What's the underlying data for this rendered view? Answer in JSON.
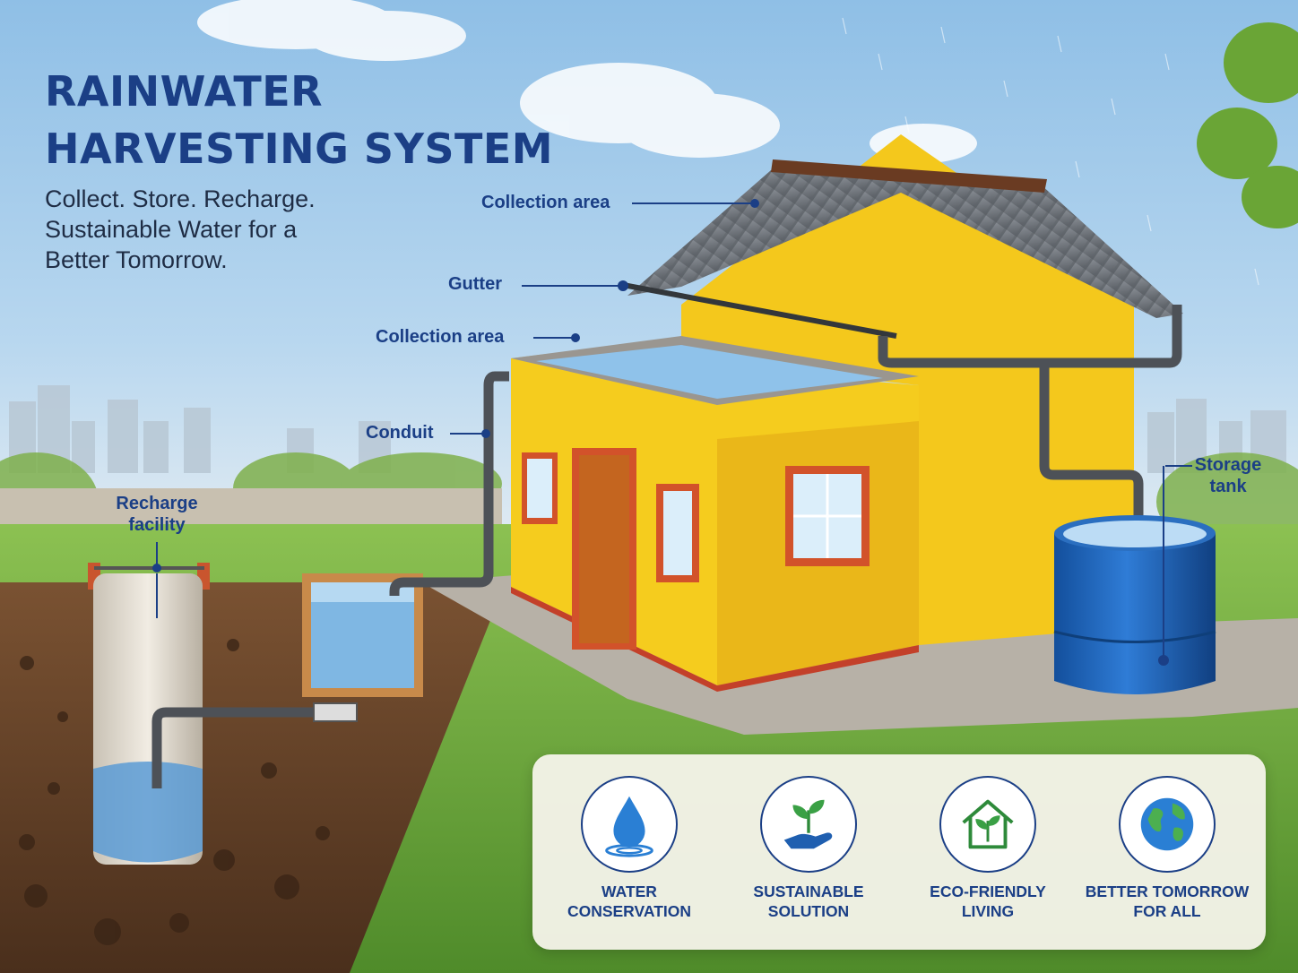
{
  "header": {
    "title_line1": "RAINWATER",
    "title_line2": "HARVESTING SYSTEM",
    "tagline_line1": "Collect. Store. Recharge.",
    "tagline_line2": "Sustainable Water for a",
    "tagline_line3": "Better Tomorrow."
  },
  "labels": {
    "roof_collection": "Collection area",
    "gutter": "Gutter",
    "terrace_collection": "Collection area",
    "conduit": "Conduit",
    "storage_line1": "Storage",
    "storage_line2": "tank",
    "recharge_line1": "Recharge",
    "recharge_line2": "facility"
  },
  "benefits": [
    {
      "icon": "water-drop-icon",
      "line1": "WATER",
      "line2": "CONSERVATION"
    },
    {
      "icon": "plant-in-hand-icon",
      "line1": "SUSTAINABLE",
      "line2": "SOLUTION"
    },
    {
      "icon": "eco-house-icon",
      "line1": "ECO-FRIENDLY",
      "line2": "LIVING"
    },
    {
      "icon": "globe-icon",
      "line1": "BETTER TOMORROW",
      "line2": "FOR ALL"
    }
  ],
  "colors": {
    "title_blue": "#1b3f86",
    "house_yellow": "#f5cc1e",
    "trim_red": "#d2522a",
    "tank_blue": "#1f63b8",
    "roof_gray": "#6f747b",
    "grass_green": "#6aa53a",
    "soil_brown": "#6b4428"
  }
}
